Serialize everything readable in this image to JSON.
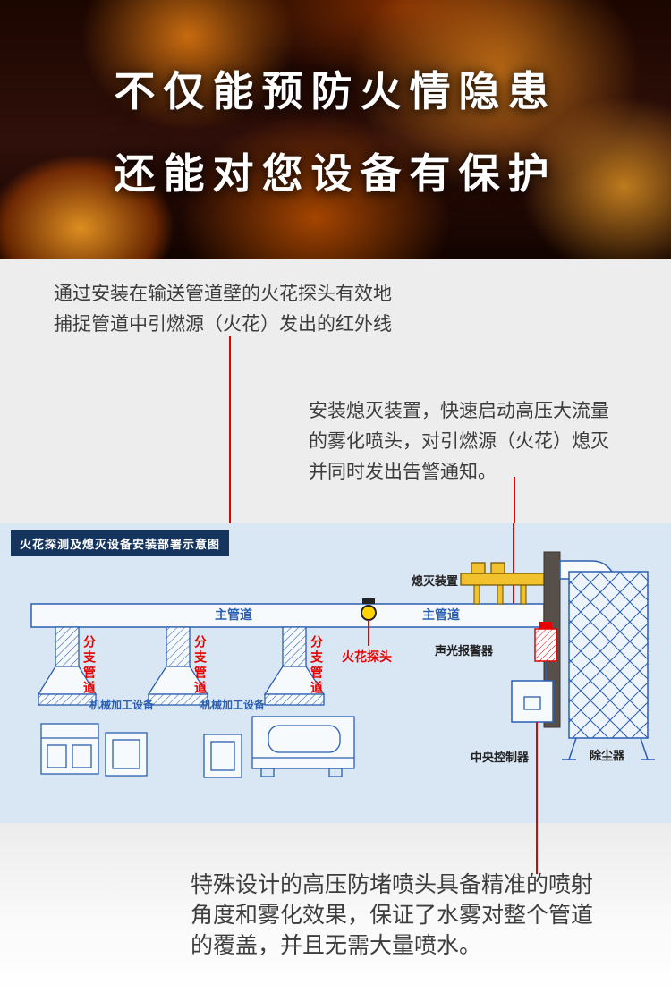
{
  "hero": {
    "title_line1": "不仅能预防火情隐患",
    "title_line2": "还能对您设备有保护"
  },
  "notes": {
    "note1_line1": "通过安装在输送管道壁的火花探头有效地",
    "note1_line2": "捕捉管道中引燃源（火花）发出的红外线",
    "note2_line1": "安装熄灭装置，快速启动高压大流量",
    "note2_line2": "的雾化喷头，对引燃源（火花）熄灭",
    "note2_line3": "并同时发出告警通知。",
    "note3_line1": "特殊设计的高压防堵喷头具备精准的喷射",
    "note3_line2": "角度和雾化效果，保证了水雾对整个管道",
    "note3_line3": "的覆盖，并且无需大量喷水。"
  },
  "diagram": {
    "title": "火花探测及熄灭设备安装部署示意图",
    "labels": {
      "main_duct": "主管道",
      "branch_duct": "分支管道",
      "machine": "机械加工设备",
      "spark_detector": "火花探头",
      "extinguisher": "熄灭装置",
      "alarm": "声光报警器",
      "controller": "中央控制器",
      "dust_collector": "除尘器"
    },
    "colors": {
      "background": "#d9e6f4",
      "outline_blue": "#2b5fb0",
      "label_red": "#e60000",
      "title_badge_bg": "#16355e",
      "device_yellow": "#f2c12e",
      "wall_dark": "#57504a"
    }
  }
}
